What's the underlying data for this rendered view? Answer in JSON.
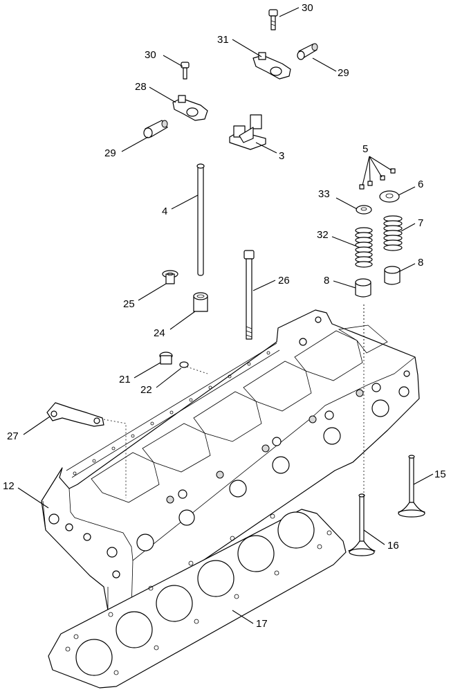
{
  "diagram": {
    "callouts": [
      {
        "id": "30a",
        "label": "30"
      },
      {
        "id": "31",
        "label": "31"
      },
      {
        "id": "30b",
        "label": "30"
      },
      {
        "id": "29a",
        "label": "29"
      },
      {
        "id": "28",
        "label": "28"
      },
      {
        "id": "29b",
        "label": "29"
      },
      {
        "id": "3",
        "label": "3"
      },
      {
        "id": "5",
        "label": "5"
      },
      {
        "id": "4",
        "label": "4"
      },
      {
        "id": "33",
        "label": "33"
      },
      {
        "id": "6",
        "label": "6"
      },
      {
        "id": "7",
        "label": "7"
      },
      {
        "id": "32",
        "label": "32"
      },
      {
        "id": "8a",
        "label": "8"
      },
      {
        "id": "8b",
        "label": "8"
      },
      {
        "id": "26",
        "label": "26"
      },
      {
        "id": "25",
        "label": "25"
      },
      {
        "id": "24",
        "label": "24"
      },
      {
        "id": "21",
        "label": "21"
      },
      {
        "id": "22",
        "label": "22"
      },
      {
        "id": "27",
        "label": "27"
      },
      {
        "id": "12",
        "label": "12"
      },
      {
        "id": "15",
        "label": "15"
      },
      {
        "id": "16",
        "label": "16"
      },
      {
        "id": "17",
        "label": "17"
      }
    ]
  }
}
